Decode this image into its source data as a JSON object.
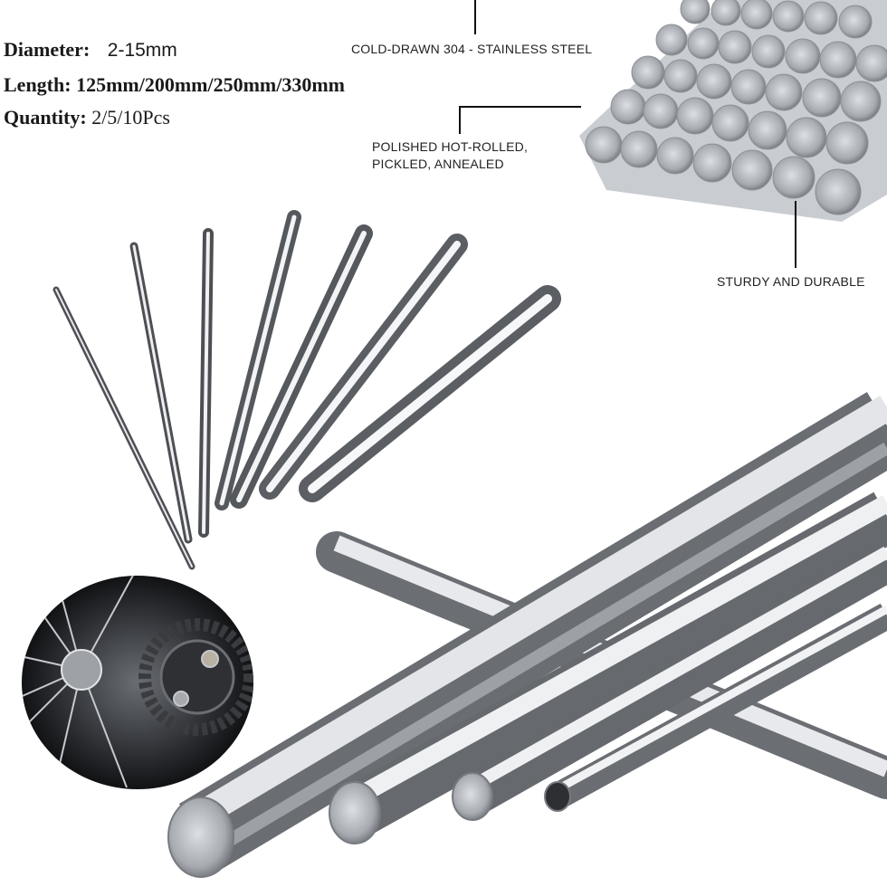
{
  "specs": {
    "diameter_label": "Diameter:",
    "diameter_value": "2-15mm",
    "length_label": "Length:",
    "length_value": "125mm/200mm/250mm/330mm",
    "quantity_label": "Quantity:",
    "quantity_value": "2/5/10Pcs"
  },
  "callouts": {
    "material": "COLD-DRAWN 304 - STAINLESS STEEL",
    "finish_line1": "POLISHED HOT-ROLLED,",
    "finish_line2": "PICKLED, ANNEALED",
    "durability": "STURDY AND DURABLE"
  }
}
